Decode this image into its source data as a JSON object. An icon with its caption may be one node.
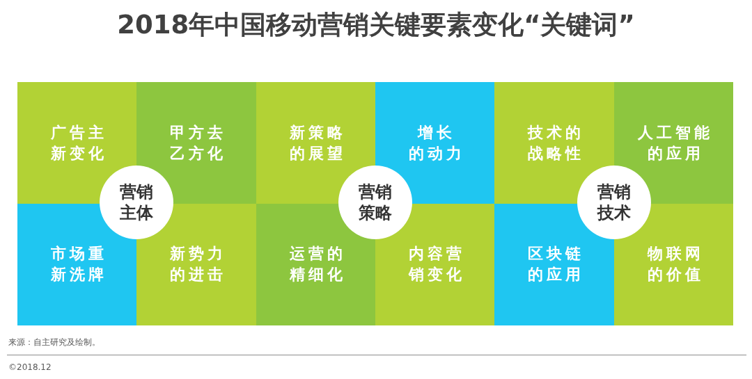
{
  "diagram": {
    "title": "2018年中国移动营销关键要素变化“关键词”",
    "nodes": [
      {
        "text": [
          "广告主新变化"
        ]
      },
      {
        "text": [
          "甲方去乙方化"
        ]
      },
      {
        "text": [
          "营销主体"
        ]
      },
      {
        "text": [
          "市场重新洗牌"
        ]
      },
      {
        "text": [
          "新势力的进击"
        ]
      },
      {
        "text": [
          "新策略的展望"
        ]
      },
      {
        "text": [
          "增长的动力"
        ]
      },
      {
        "text": [
          "营销策略"
        ]
      },
      {
        "text": [
          "运营的精细化"
        ]
      },
      {
        "text": [
          "内容营销变化"
        ]
      },
      {
        "text": [
          "技术的战略性"
        ]
      },
      {
        "text": [
          "人工智能的应用"
        ]
      },
      {
        "text": [
          "营销技术"
        ]
      },
      {
        "text": [
          "区块链的应用"
        ]
      },
      {
        "text": [
          "物联网的价值"
        ]
      }
    ],
    "labels": [
      "来源：自主研究及绘制。",
      "©2018.12"
    ]
  }
}
